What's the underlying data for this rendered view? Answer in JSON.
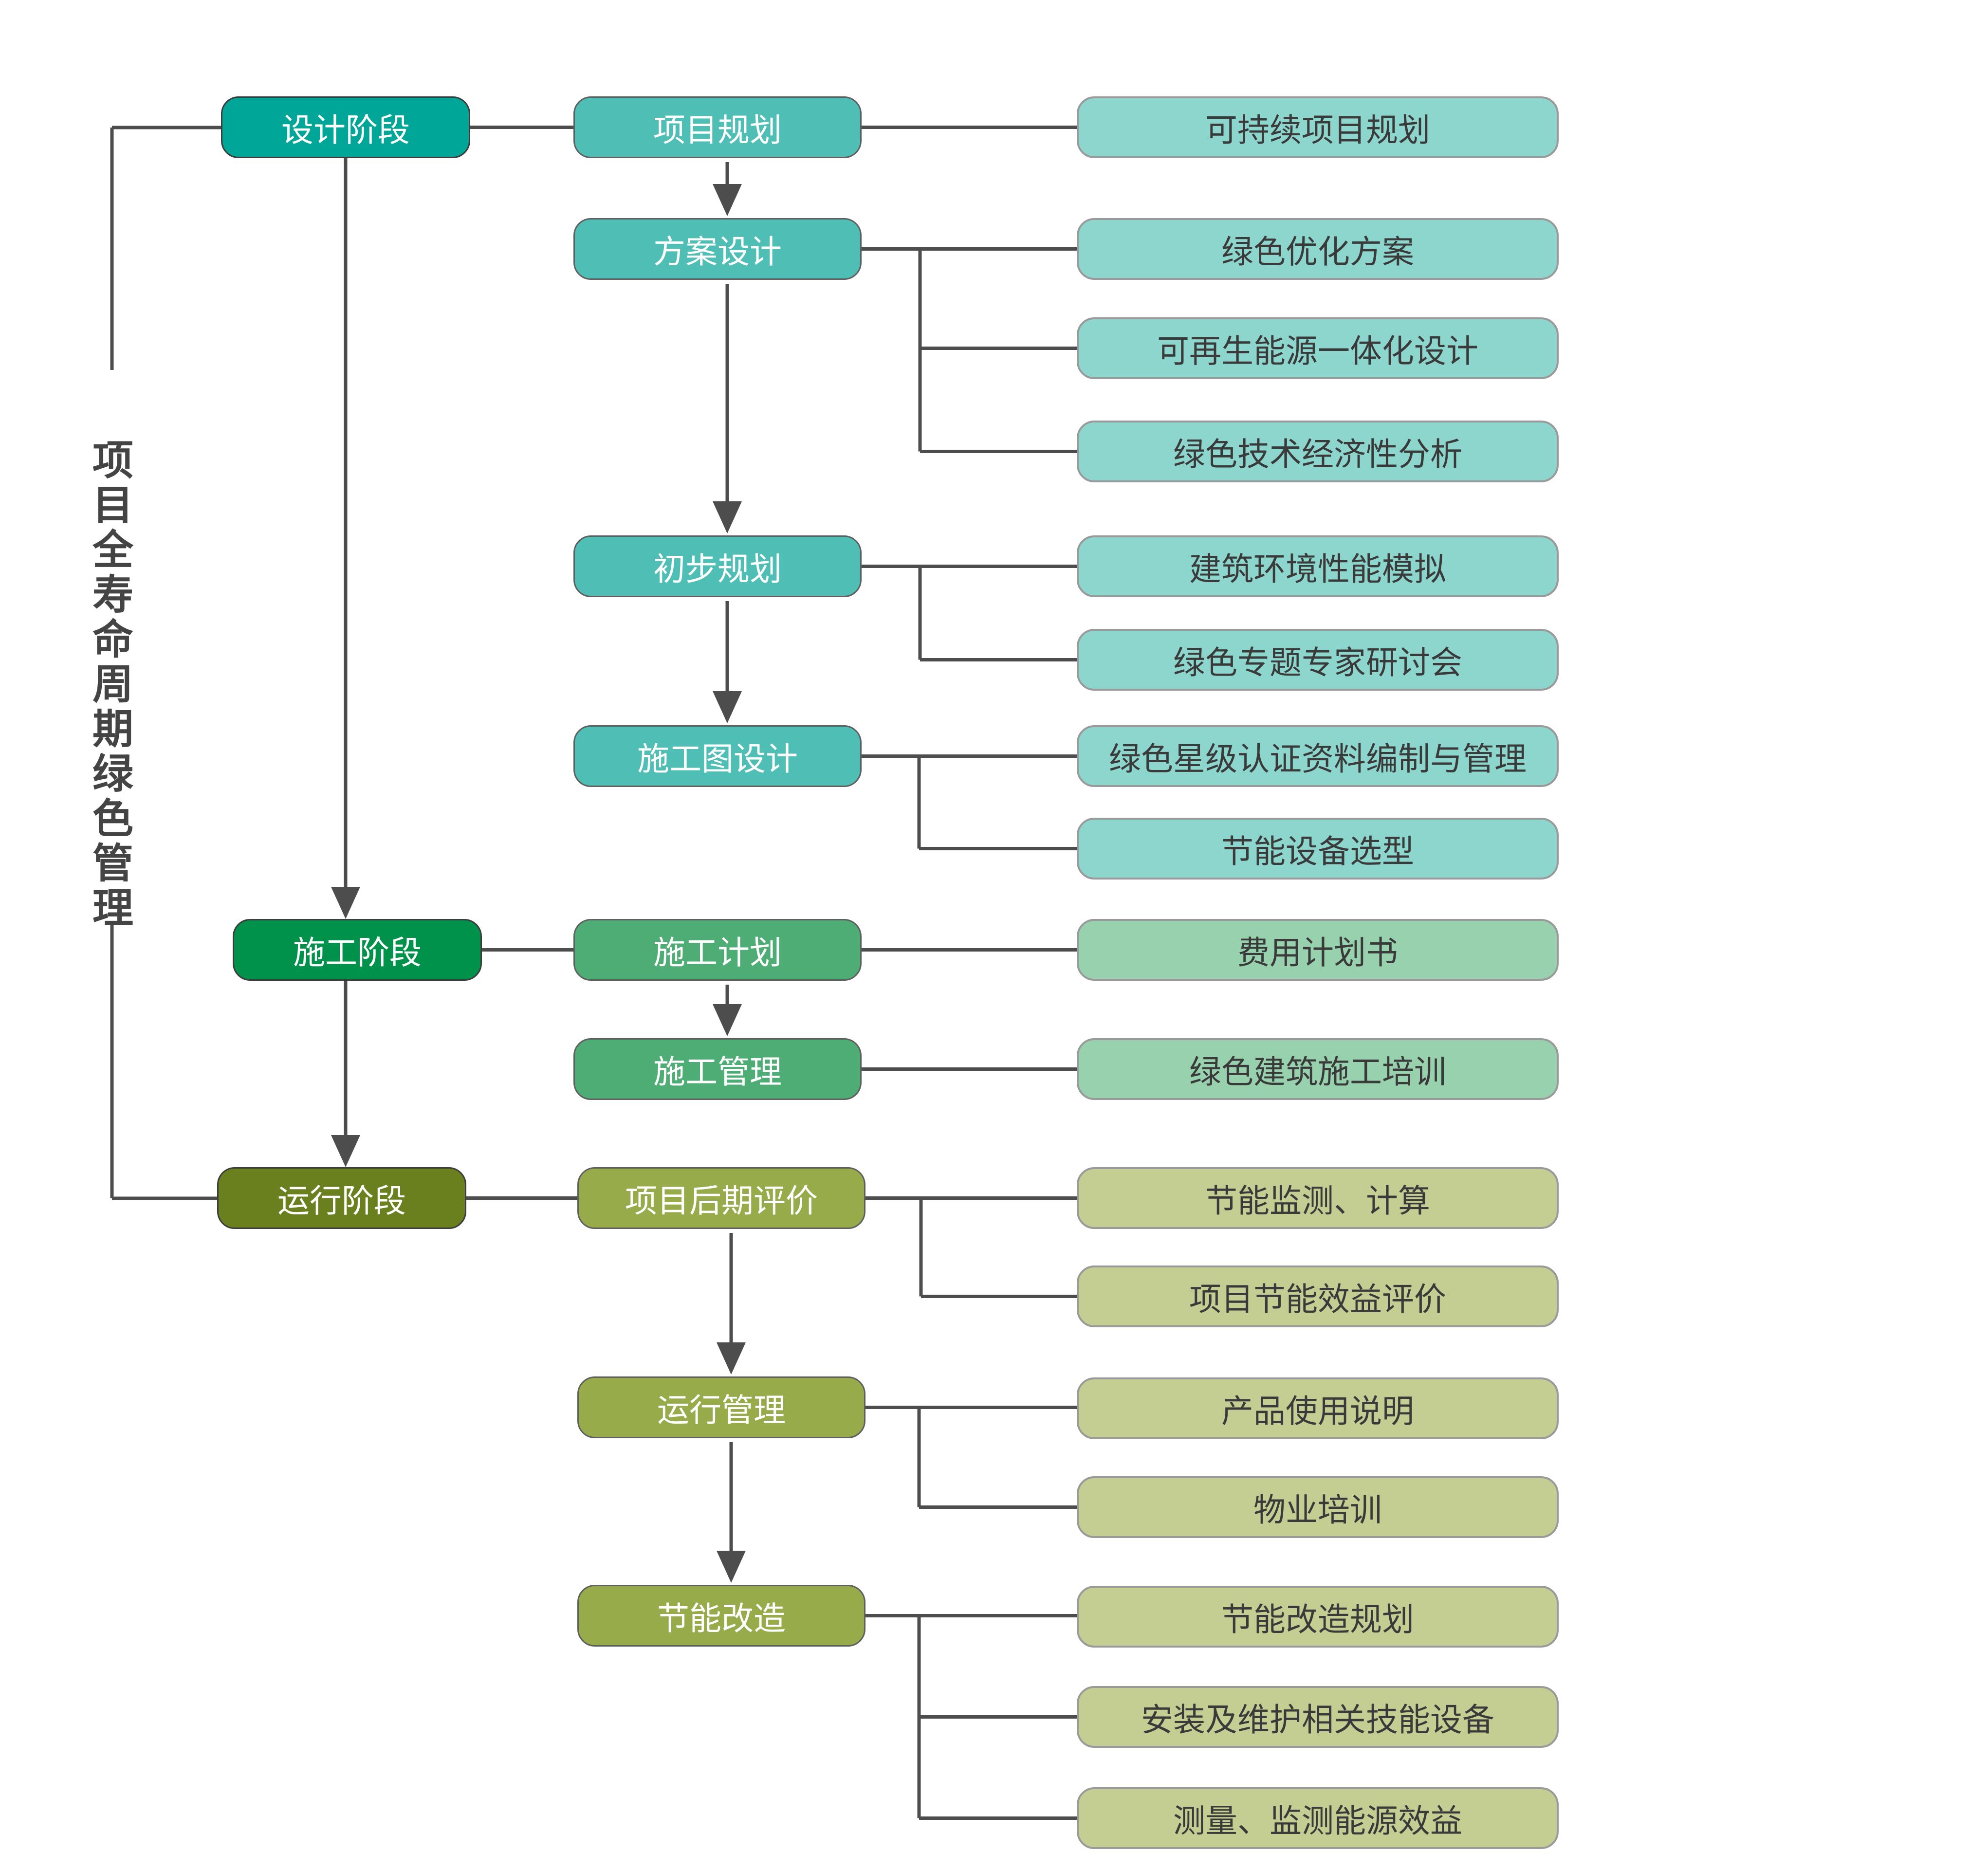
{
  "title": "项目全寿命周期绿色管理",
  "colors": {
    "line": "#4d4d4d",
    "phase_design": "#00a697",
    "phase_construction": "#00914a",
    "phase_operation": "#6a7f1e",
    "step_design": "#4fbfb6",
    "step_construction": "#4ead74",
    "step_operation": "#97ab4b",
    "leaf_design": "#8cd6cd",
    "leaf_construction": "#97d1ae",
    "leaf_operation": "#c4cd92"
  },
  "phases": [
    {
      "label": "设计阶段",
      "steps": [
        {
          "label": "项目规划",
          "items": [
            "可持续项目规划"
          ]
        },
        {
          "label": "方案设计",
          "items": [
            "绿色优化方案",
            "可再生能源一体化设计",
            "绿色技术经济性分析"
          ]
        },
        {
          "label": "初步规划",
          "items": [
            "建筑环境性能模拟",
            "绿色专题专家研讨会"
          ]
        },
        {
          "label": "施工图设计",
          "items": [
            "绿色星级认证资料编制与管理",
            "节能设备选型"
          ]
        }
      ]
    },
    {
      "label": "施工阶段",
      "steps": [
        {
          "label": "施工计划",
          "items": [
            "费用计划书"
          ]
        },
        {
          "label": "施工管理",
          "items": [
            "绿色建筑施工培训"
          ]
        }
      ]
    },
    {
      "label": "运行阶段",
      "steps": [
        {
          "label": "项目后期评价",
          "items": [
            "节能监测、计算",
            "项目节能效益评价"
          ]
        },
        {
          "label": "运行管理",
          "items": [
            "产品使用说明",
            "物业培训"
          ]
        },
        {
          "label": "节能改造",
          "items": [
            "节能改造规划",
            "安装及维护相关技能设备",
            "测量、监测能源效益"
          ]
        }
      ]
    }
  ]
}
